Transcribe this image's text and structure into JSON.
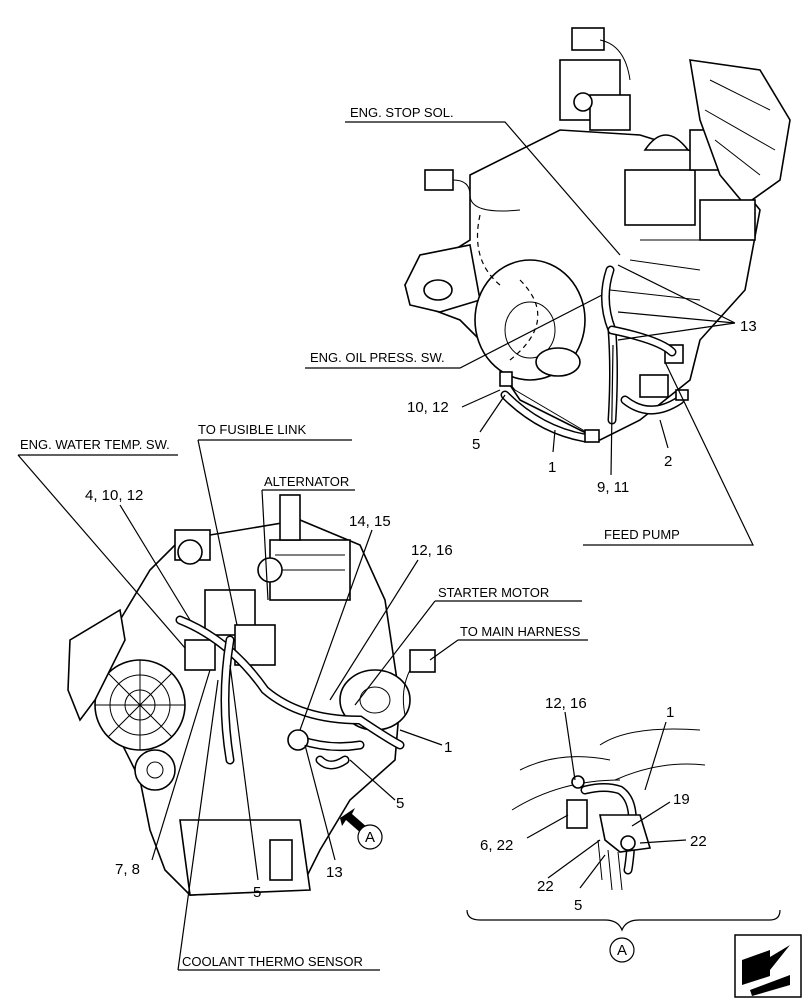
{
  "labels": {
    "eng_stop_sol": "ENG. STOP SOL.",
    "eng_oil_press_sw": "ENG. OIL PRESS. SW.",
    "to_fusible_link": "TO FUSIBLE LINK",
    "eng_water_temp_sw": "ENG. WATER TEMP. SW.",
    "alternator": "ALTERNATOR",
    "starter_motor": "STARTER MOTOR",
    "to_main_harness": "TO MAIN HARNESS",
    "feed_pump": "FEED PUMP",
    "coolant_thermo_sensor": "COOLANT THERMO SENSOR"
  },
  "callouts": {
    "top_13": "13",
    "top_10_12": "10, 12",
    "top_5": "5",
    "top_1": "1",
    "top_2": "2",
    "top_9_11": "9, 11",
    "left_4_10_12": "4, 10, 12",
    "left_14_15": "14, 15",
    "left_12_16": "12, 16",
    "left_1": "1",
    "left_5_right": "5",
    "left_5_bottom": "5",
    "left_13": "13",
    "left_7_8": "7, 8",
    "detail_12_16": "12, 16",
    "detail_1": "1",
    "detail_19": "19",
    "detail_6_22": "6, 22",
    "detail_22_right": "22",
    "detail_22_bottom": "22",
    "detail_5": "5"
  },
  "view_marker": {
    "letter": "A"
  },
  "detail_marker": {
    "letter": "A"
  },
  "icons": {
    "nav": "page-corner-arrow-icon"
  }
}
